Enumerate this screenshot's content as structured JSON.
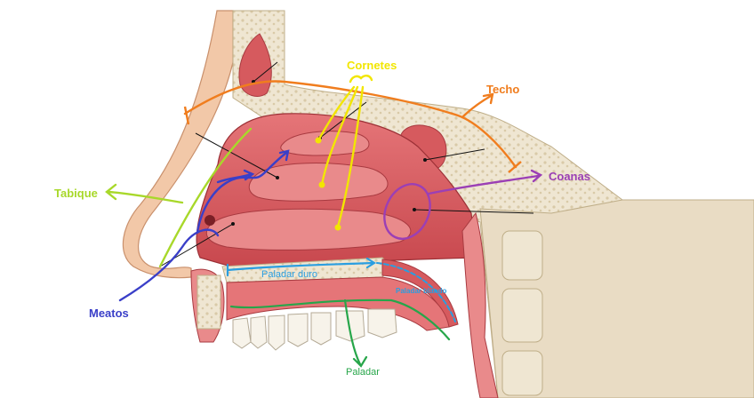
{
  "labels": {
    "cornetes": "Cornetes",
    "techo": "Techo",
    "coanas": "Coanas",
    "tabique": "Tabique",
    "meatos": "Meatos",
    "paladar_duro": "Paladar duro",
    "paladar_blando": "Paladar blando",
    "paladar": "Paladar"
  },
  "colors": {
    "cornetes": "#f2e600",
    "techo": "#f07d1e",
    "coanas": "#9b3fb5",
    "tabique": "#a8d82a",
    "meatos": "#3a3fc8",
    "paladar_duro": "#2a9ee0",
    "paladar_blando": "#2a9ee0",
    "paladar": "#27a64a",
    "mucosa": "#d65a5e",
    "mucosa_dark": "#b63c44",
    "bone": "#efe6d2",
    "skin": "#f2c8a8"
  }
}
